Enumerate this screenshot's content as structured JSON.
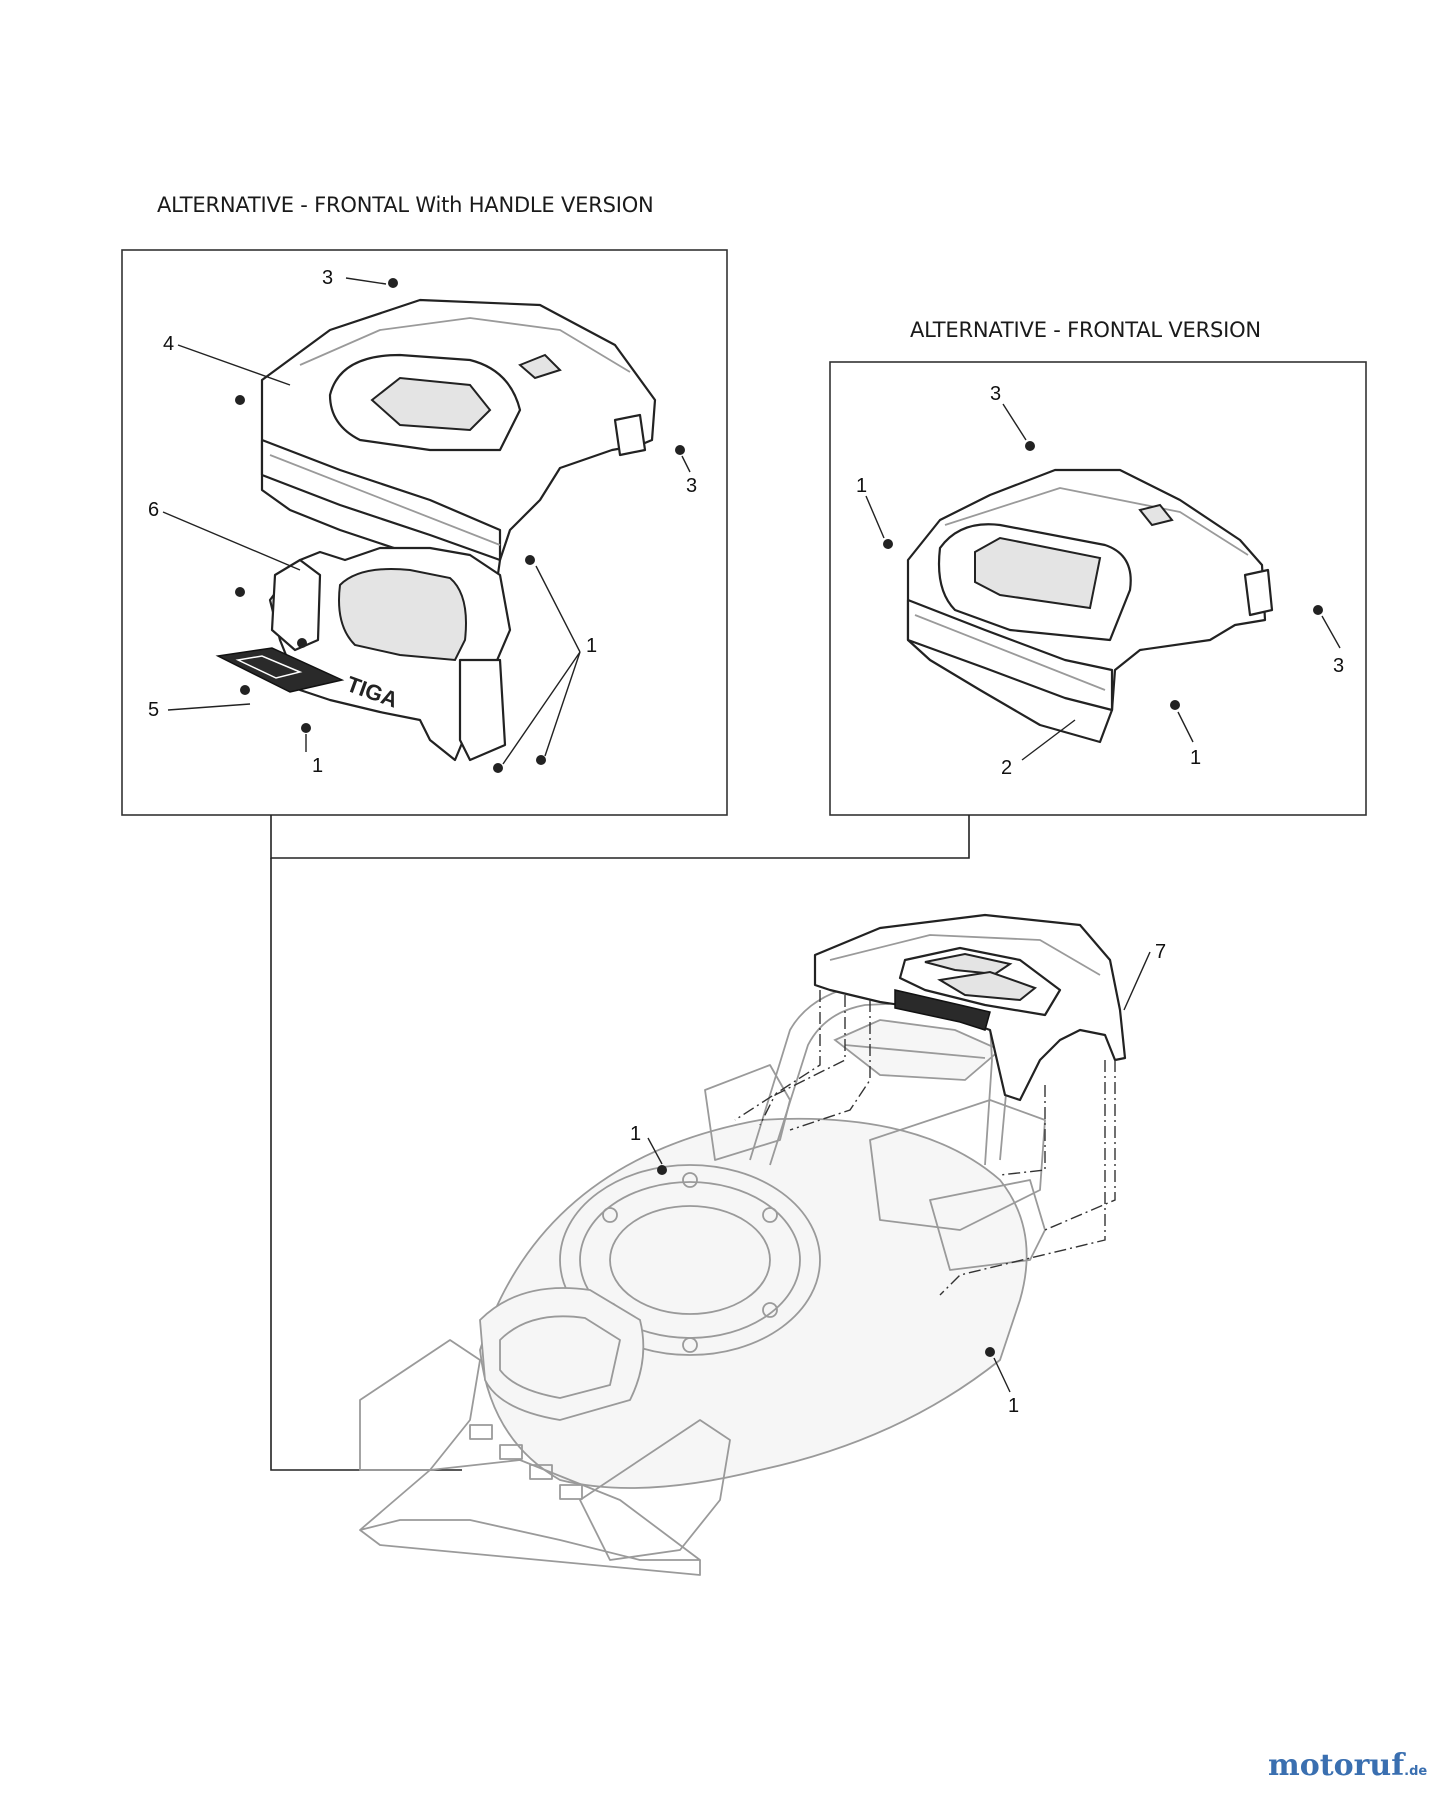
{
  "titles": {
    "left": "ALTERNATIVE - FRONTAL With HANDLE VERSION",
    "right": "ALTERNATIVE - FRONTAL VERSION"
  },
  "callouts": {
    "left_top_3": "3",
    "left_4": "4",
    "left_right_3": "3",
    "left_6": "6",
    "left_1_right": "1",
    "left_5": "5",
    "left_1_bottom": "1",
    "right_3_top": "3",
    "right_1_left": "1",
    "right_3_right": "3",
    "right_1_bottom": "1",
    "right_2": "2",
    "main_7": "7",
    "main_1_left": "1",
    "main_1_right": "1"
  },
  "logo_text": "TIGA",
  "watermark": {
    "brand": "motoruf",
    "tld": ".de"
  }
}
